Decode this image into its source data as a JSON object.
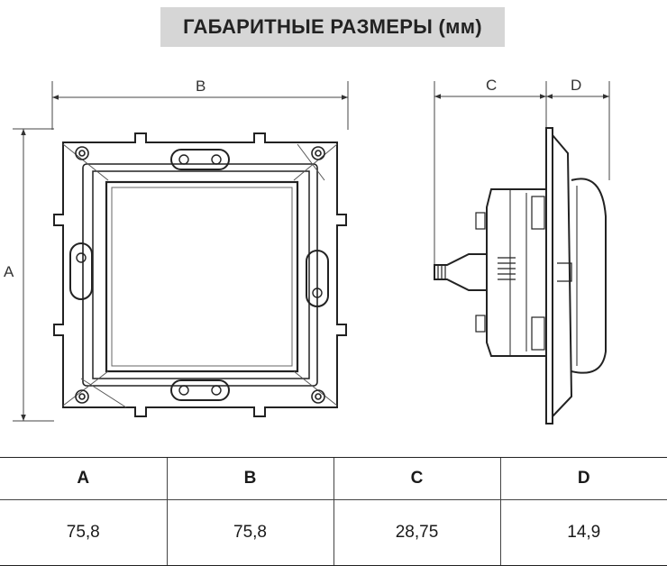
{
  "title": "ГАБАРИТНЫЕ РАЗМЕРЫ (мм)",
  "labels": {
    "a": "A",
    "b": "B",
    "c": "C",
    "d": "D"
  },
  "table": {
    "headers": [
      "A",
      "B",
      "C",
      "D"
    ],
    "values": [
      "75,8",
      "75,8",
      "28,75",
      "14,9"
    ]
  }
}
